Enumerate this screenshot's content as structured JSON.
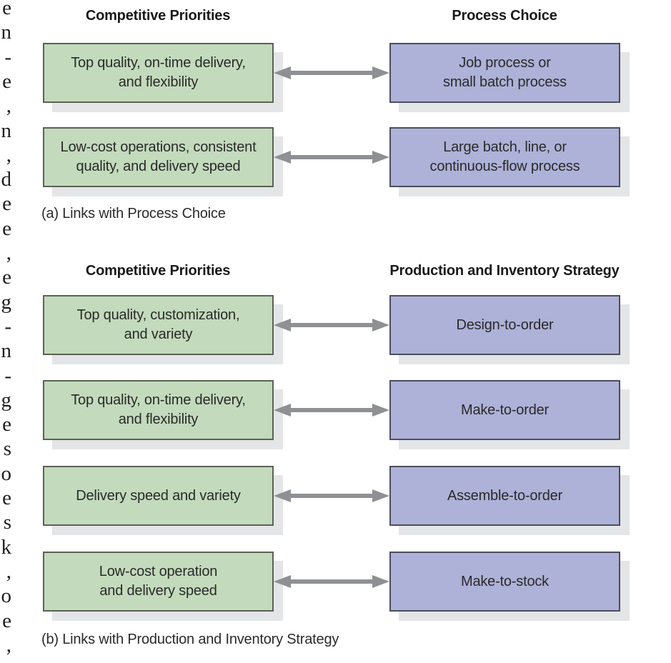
{
  "page_edge_fragments": [
    "e",
    "n",
    "-",
    "e",
    ",",
    "n",
    ",",
    "d",
    "e",
    "e",
    ",",
    "e",
    "g",
    "-",
    "n",
    "-",
    "g",
    "e",
    "s",
    "o",
    "e",
    "s",
    "k",
    ",",
    "o",
    "e",
    ","
  ],
  "colors": {
    "green_fill": "#c3dbbc",
    "green_border": "#5c6156",
    "purple_fill": "#aeb2d8",
    "purple_border": "#4c4e5e",
    "shadow": "#e4e5e7",
    "arrow": "#8e9093",
    "box_text": "#2a2a2a",
    "heading_text": "#1a1a1a"
  },
  "figure": {
    "sections": [
      {
        "label": "a",
        "left_header": "Competitive Priorities",
        "right_header": "Process Choice",
        "caption": "(a) Links with Process Choice",
        "rows": [
          {
            "left": "Top quality, on-time delivery,\nand flexibility",
            "right": "Job process or\nsmall batch process"
          },
          {
            "left": "Low-cost operations, consistent\nquality, and delivery speed",
            "right": "Large batch, line, or\ncontinuous-flow process"
          }
        ]
      },
      {
        "label": "b",
        "left_header": "Competitive Priorities",
        "right_header": "Production and Inventory Strategy",
        "caption": "(b) Links with Production and Inventory Strategy",
        "rows": [
          {
            "left": "Top quality, customization,\nand variety",
            "right": "Design-to-order"
          },
          {
            "left": "Top quality, on-time delivery,\nand flexibility",
            "right": "Make-to-order"
          },
          {
            "left": "Delivery speed and variety",
            "right": "Assemble-to-order"
          },
          {
            "left": "Low-cost operation\nand delivery speed",
            "right": "Make-to-stock"
          }
        ]
      }
    ]
  }
}
